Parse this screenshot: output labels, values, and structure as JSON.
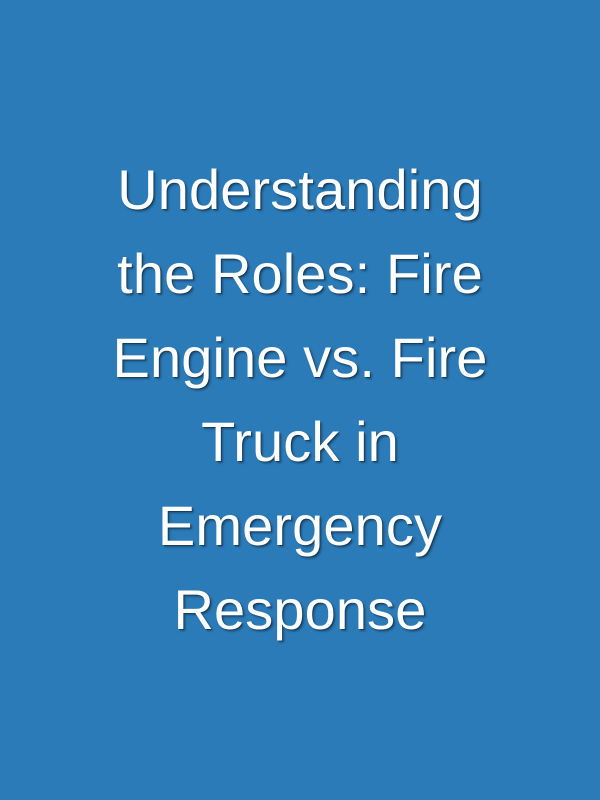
{
  "cover": {
    "background_color": "#2b7bb9",
    "text_color": "#ffffff",
    "title_lines": [
      "Understanding",
      "the Roles: Fire",
      "Engine vs. Fire",
      "Truck in",
      "Emergency",
      "Response"
    ]
  }
}
